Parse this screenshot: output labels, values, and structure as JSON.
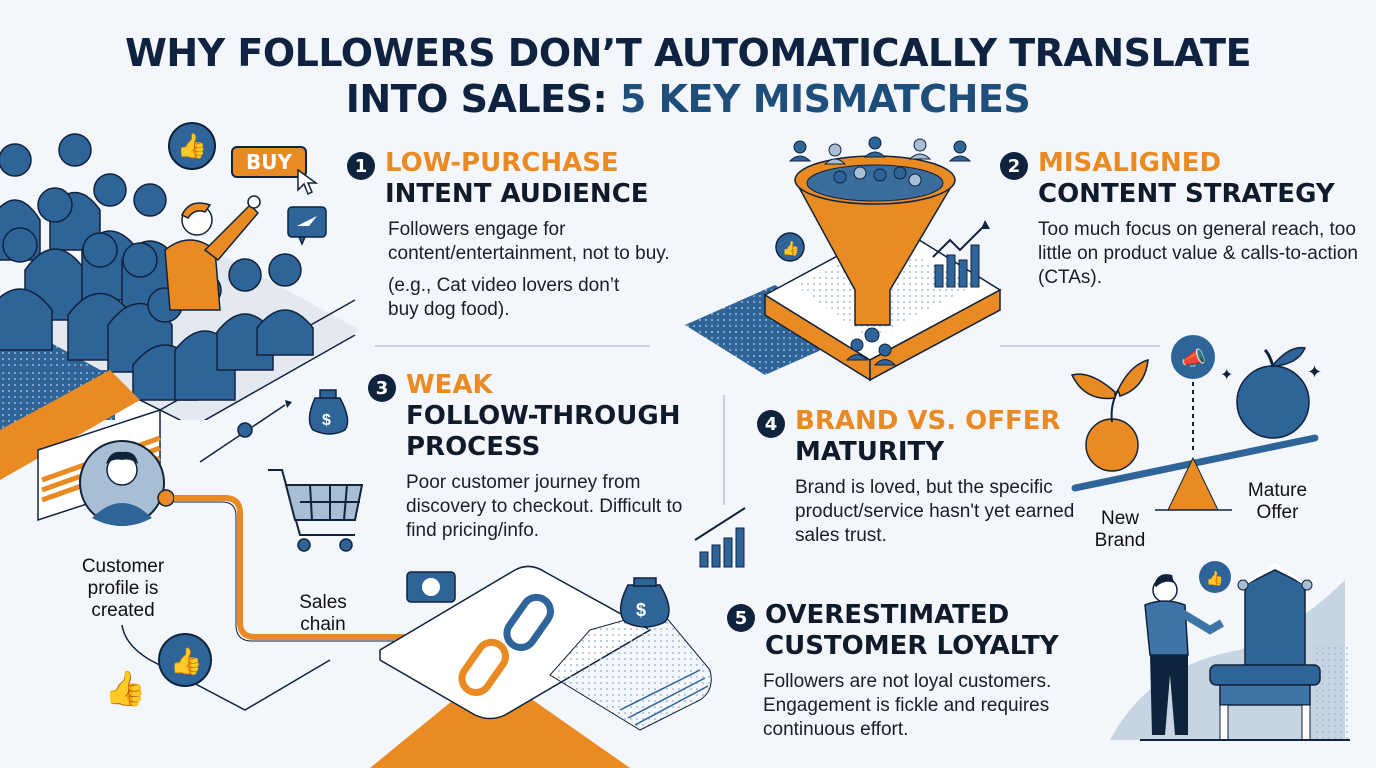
{
  "header": {
    "title_line1": "WHY FOLLOWERS DON’T AUTOMATICALLY TRANSLATE",
    "title_line2_prefix": "INTO SALES: ",
    "title_line2_accent": "5 KEY MISMATCHES"
  },
  "colors": {
    "orange": "#ea8a22",
    "navy": "#10233d",
    "blue": "#2f6499",
    "light_blue": "#a9bdd3",
    "background": "#f3f6fa"
  },
  "sections": [
    {
      "number": "1",
      "title_accent": "LOW-PURCHASE",
      "title_rest": "INTENT AUDIENCE",
      "body": [
        "Followers engage for content/entertainment, not to buy.",
        "(e.g., Cat video lovers don’t buy dog food)."
      ]
    },
    {
      "number": "2",
      "title_accent": "MISALIGNED",
      "title_rest": "CONTENT STRATEGY",
      "body": [
        "Too much focus on general reach, too little on product value & calls-to-action (CTAs)."
      ]
    },
    {
      "number": "3",
      "title_accent": "WEAK",
      "title_rest": "FOLLOW-THROUGH PROCESS",
      "body": [
        "Poor customer journey from discovery to checkout. Difficult to find pricing/info."
      ]
    },
    {
      "number": "4",
      "title_accent": "BRAND VS. OFFER",
      "title_rest": "MATURITY",
      "body": [
        "Brand is loved, but the specific product/service hasn't yet earned sales trust."
      ]
    },
    {
      "number": "5",
      "title_accent": "",
      "title_rest": "OVERESTIMATED CUSTOMER LOYALTY",
      "body": [
        "Followers are not loyal customers. Engagement is fickle and requires continuous effort."
      ]
    }
  ],
  "illustrations": {
    "buy_button": "BUY",
    "customer_profile_label": "Customer profile is created",
    "sales_chain_label": "Sales chain",
    "seesaw_left_label": "New Brand",
    "seesaw_right_label": "Mature Offer"
  }
}
